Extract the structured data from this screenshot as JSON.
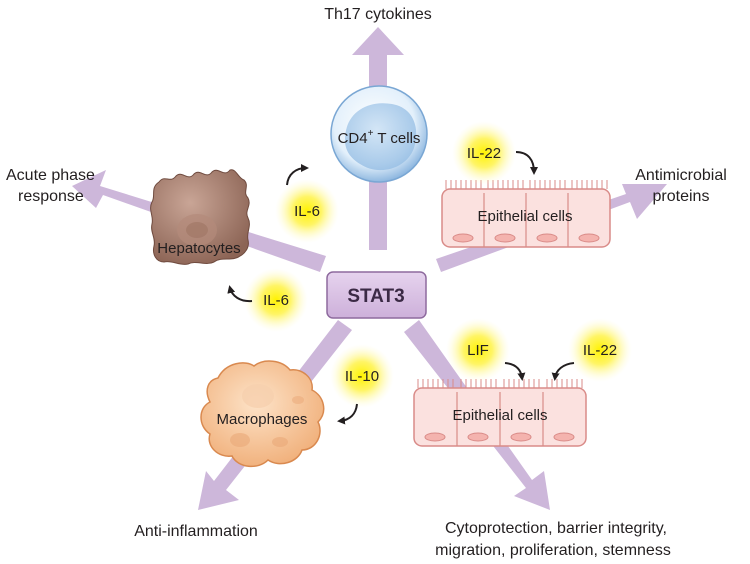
{
  "center": {
    "label": "STAT3"
  },
  "outputs": {
    "th17": "Th17 cytokines",
    "acute_line1": "Acute phase",
    "acute_line2": "response",
    "antimicrobial_line1": "Antimicrobial",
    "antimicrobial_line2": "proteins",
    "anti_inflammation": "Anti-inflammation",
    "cyto_line1": "Cytoprotection, barrier integrity,",
    "cyto_line2": "migration, proliferation, stemness"
  },
  "cells": {
    "cd4_main": "CD4",
    "cd4_sup": "+",
    "cd4_rest": " T cells",
    "hepatocytes": "Hepatocytes",
    "epithelial_top": "Epithelial cells",
    "epithelial_bottom": "Epithelial cells",
    "macrophages": "Macrophages"
  },
  "cytokines": {
    "il6_tcell": "IL-6",
    "il6_hepato": "IL-6",
    "il22_top": "IL-22",
    "il10": "IL-10",
    "lif": "LIF",
    "il22_bottom": "IL-22"
  },
  "colors": {
    "arrow": "#cdb7da",
    "stat3_fill": "#d9c1e3",
    "stat3_stroke": "#8e6a9e",
    "glow": "#fff200",
    "epithelial_fill": "#fbe1df",
    "epithelial_stroke": "#d98b88",
    "hepatocyte": "#9a6f5f",
    "macrophage": "#f2b98a",
    "tcell": "#a9cbeb"
  }
}
